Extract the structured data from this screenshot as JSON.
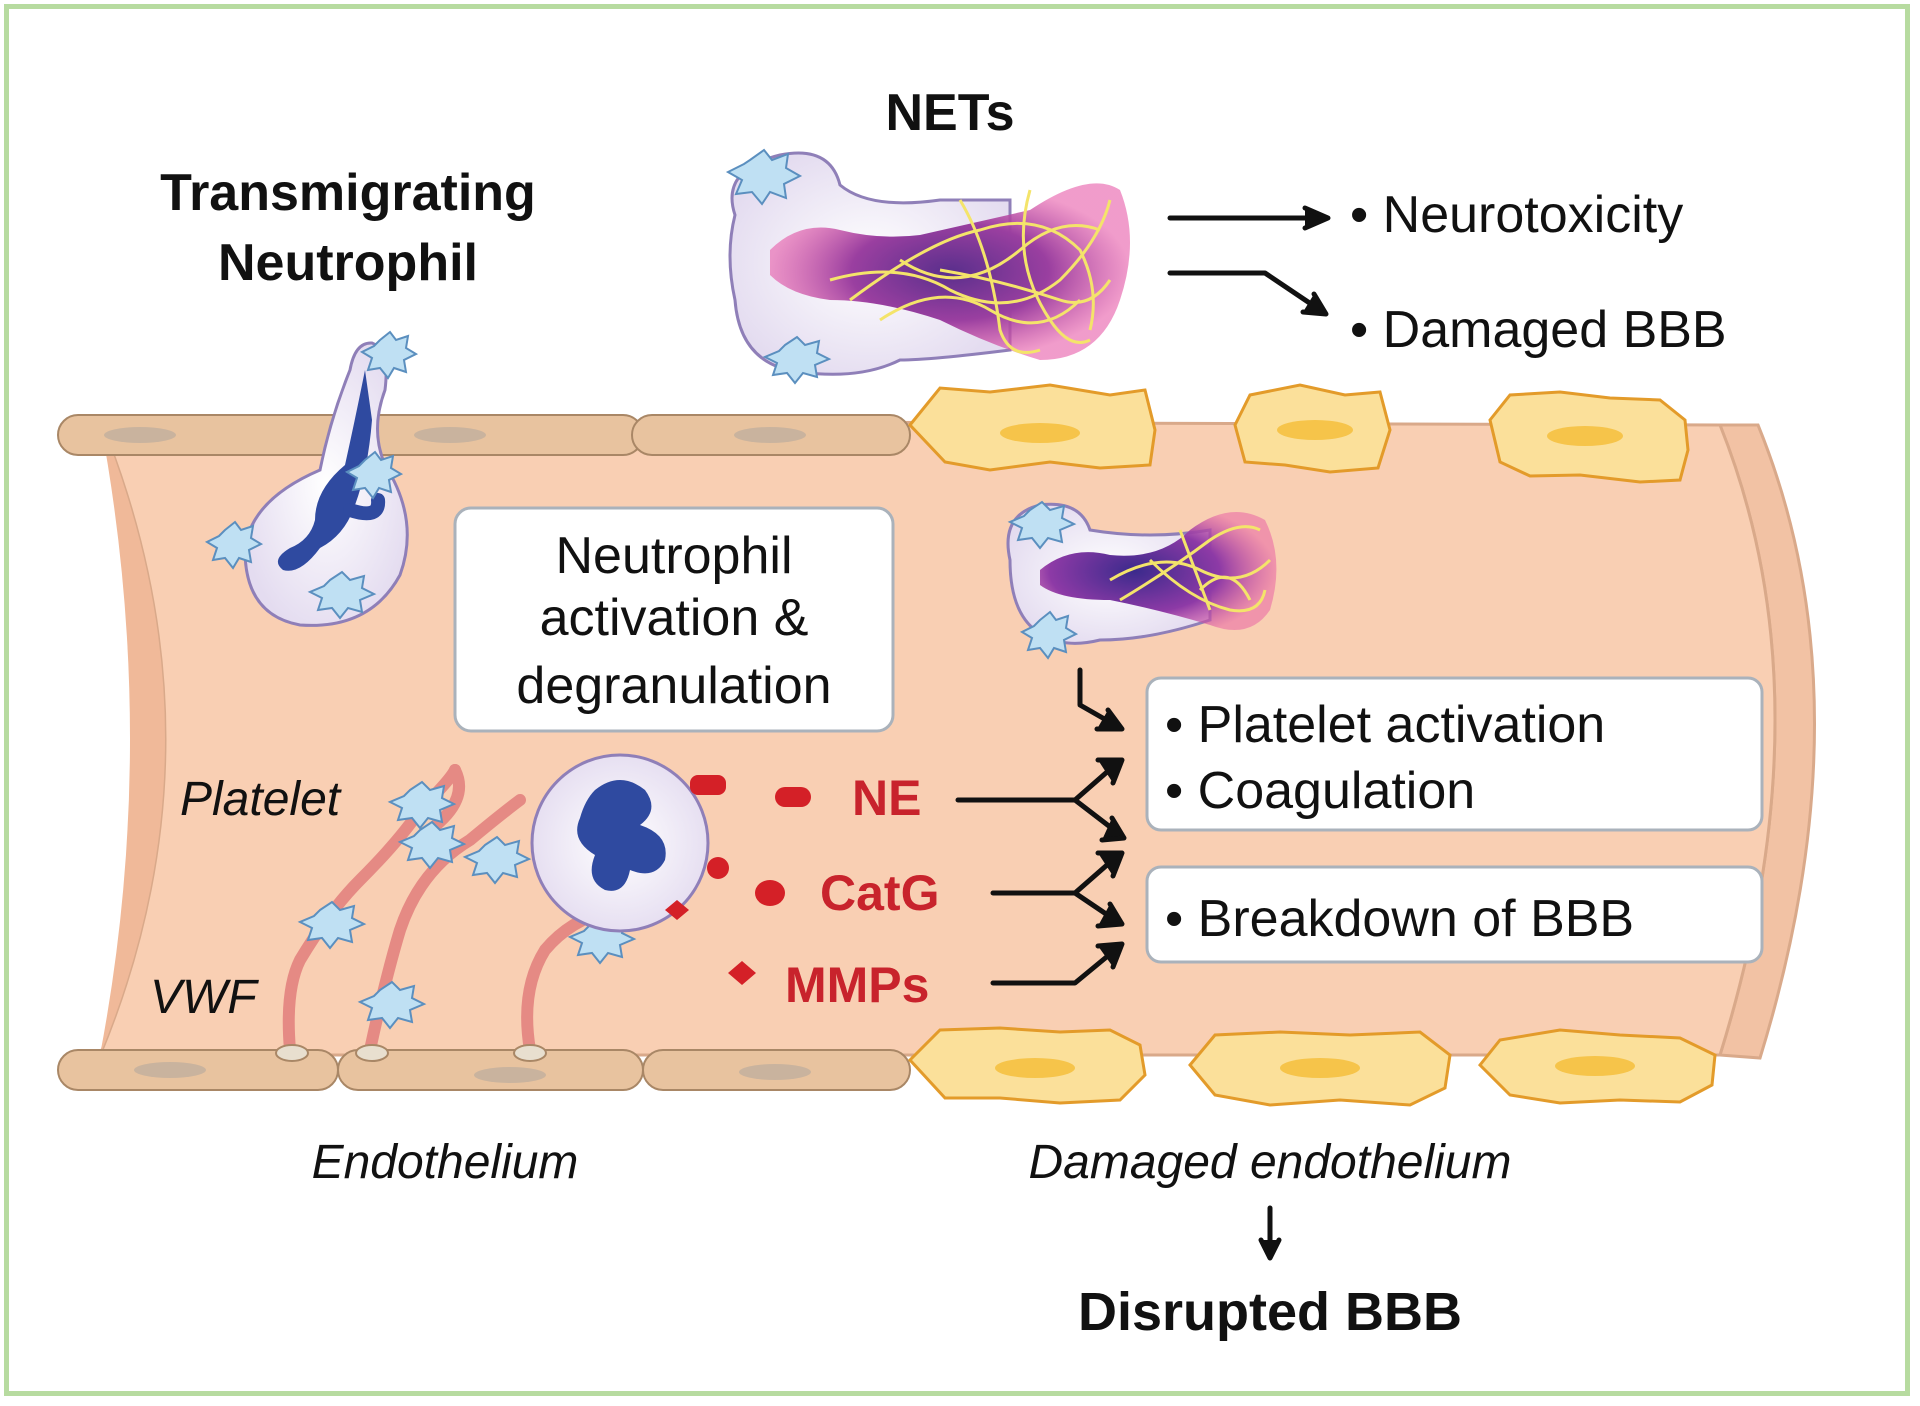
{
  "labels": {
    "nets": "NETs",
    "transmigrating": "Transmigrating",
    "neutrophil": "Neutrophil",
    "neurotoxicity": "• Neurotoxicity",
    "damaged_bbb": "• Damaged BBB",
    "activation_box": [
      "Neutrophil",
      "activation &",
      "degranulation"
    ],
    "platelet": "Platelet",
    "vwf": "VWF",
    "ne": "NE",
    "catg": "CatG",
    "mmps": "MMPs",
    "platelet_activation": "• Platelet activation",
    "coagulation": "• Coagulation",
    "breakdown": "• Breakdown of BBB",
    "endothelium": "Endothelium",
    "damaged_endothelium": "Damaged endothelium",
    "disrupted_bbb": "Disrupted BBB"
  },
  "colors": {
    "frame": "#b7dba0",
    "vessel": "#f9cfb3",
    "vessel_edge": "#d9a98a",
    "healthy_cell": "#e8c39f",
    "damaged_cell": "#fbe09a",
    "damaged_cell_edge": "#e39b2a",
    "nucleus": "#2f4aa0",
    "protease": "#d42027",
    "platelet": "#bfe0f3",
    "vwf": "#e58a84",
    "net_fiber": "#f4e46a"
  }
}
